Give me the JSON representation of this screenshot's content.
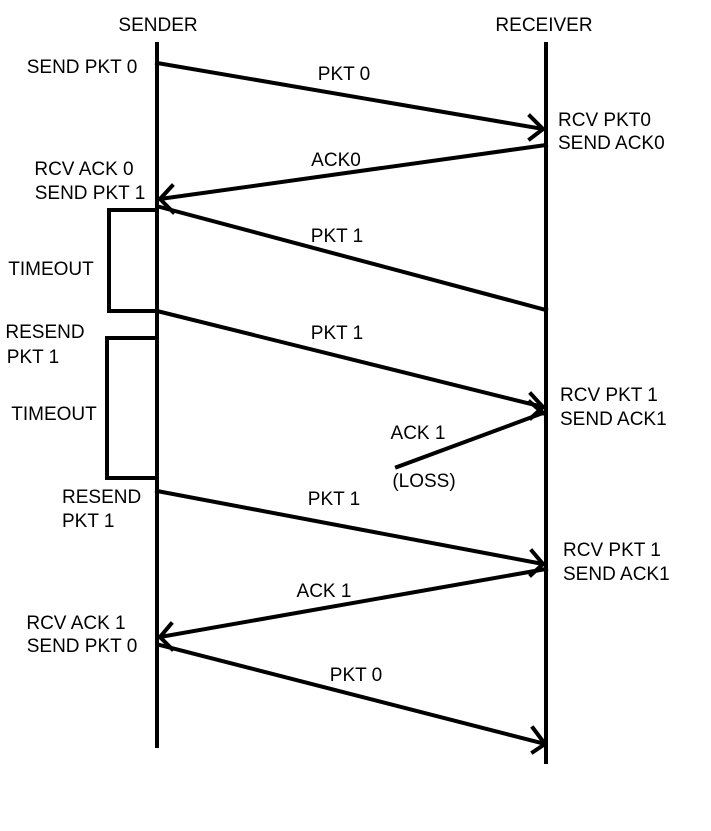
{
  "colors": {
    "ink": "#000000",
    "background": "#ffffff"
  },
  "headers": {
    "sender": "SENDER",
    "receiver": "RECEIVER"
  },
  "sender_events": [
    {
      "lines": [
        "SEND PKT 0"
      ]
    },
    {
      "lines": [
        "RCV ACK 0",
        "SEND PKT 1"
      ]
    },
    {
      "lines": [
        "TIMEOUT"
      ]
    },
    {
      "lines": [
        "RESEND",
        "PKT 1"
      ]
    },
    {
      "lines": [
        "TIMEOUT"
      ]
    },
    {
      "lines": [
        "RESEND",
        "PKT 1"
      ]
    },
    {
      "lines": [
        "RCV ACK 1",
        "SEND PKT 0"
      ]
    }
  ],
  "receiver_events": [
    {
      "lines": [
        "RCV PKT0",
        "SEND ACK0"
      ]
    },
    {
      "lines": [
        "RCV PKT 1",
        "SEND ACK1"
      ]
    },
    {
      "lines": [
        "RCV PKT 1",
        "SEND ACK1"
      ]
    }
  ],
  "messages": [
    {
      "label": "PKT 0"
    },
    {
      "label": "ACK0"
    },
    {
      "label": "PKT 1"
    },
    {
      "label": "PKT 1"
    },
    {
      "label": "ACK 1",
      "note": "(LOSS)"
    },
    {
      "label": "PKT 1"
    },
    {
      "label": "ACK 1"
    },
    {
      "label": "PKT 0"
    }
  ]
}
